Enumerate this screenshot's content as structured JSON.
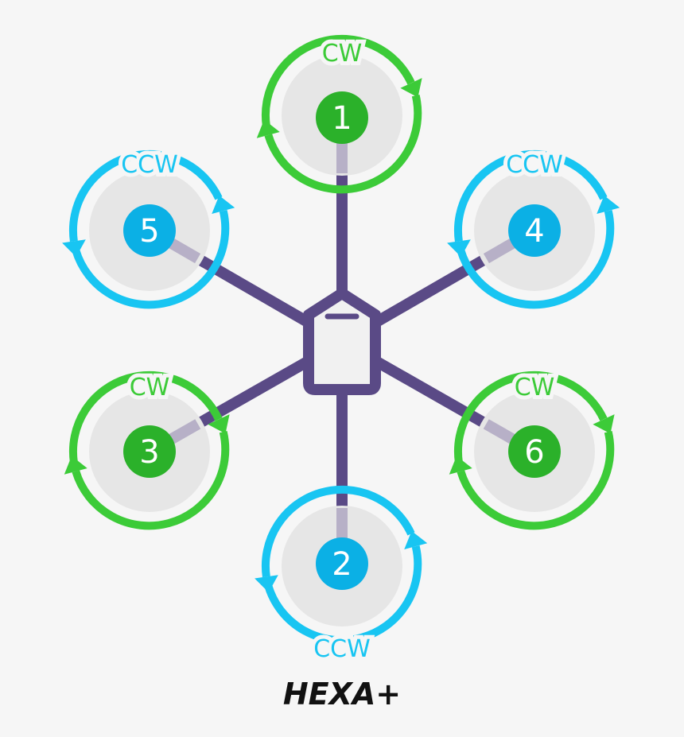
{
  "title": "HEXA+",
  "colors": {
    "arm": "#5a4a86",
    "arm_tip": "#b7b0c7",
    "prop_disk": "#e6e6e6",
    "cw": "#3ccb38",
    "cw_badge": "#2bb12a",
    "ccw": "#18c5f2",
    "ccw_badge": "#0bb0e5",
    "body_fill": "#f1f1f1"
  },
  "motors": [
    {
      "number": "1",
      "direction": "CW"
    },
    {
      "number": "2",
      "direction": "CCW"
    },
    {
      "number": "3",
      "direction": "CW"
    },
    {
      "number": "4",
      "direction": "CCW"
    },
    {
      "number": "5",
      "direction": "CCW"
    },
    {
      "number": "6",
      "direction": "CW"
    }
  ]
}
